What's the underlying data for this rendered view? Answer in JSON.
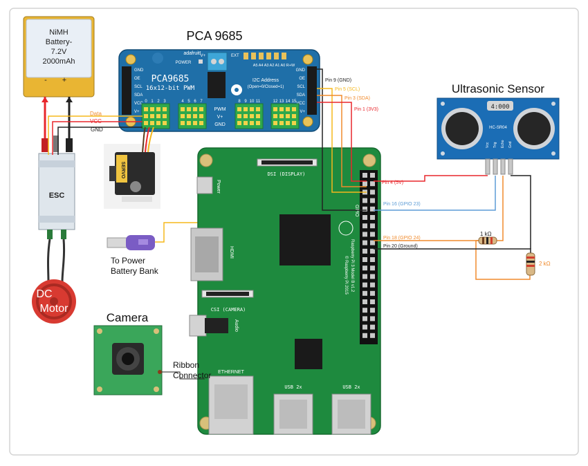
{
  "titles": {
    "pca": "PCA 9685",
    "ultrasonic": "Ultrasonic Sensor",
    "camera": "Camera"
  },
  "battery": {
    "lines": [
      "NiMH",
      "Battery-",
      "7.2V",
      "2000mAh"
    ],
    "minus": "-",
    "plus": "+"
  },
  "esc": {
    "label": "ESC"
  },
  "motor": {
    "line1": "DC",
    "line2": "Motor"
  },
  "servo": {
    "label": "SERVO"
  },
  "pca_board": {
    "brand": "adafruit!",
    "power": "POWER",
    "name": "PCA9685",
    "subtitle": "16x12-bit PWM",
    "i2c_line1": "I2C Address",
    "i2c_line2": "(Open=0/Closed=1)",
    "addr_header": "A5 A4 A3 A2 A1 A0 R+W",
    "v_plus": "V+",
    "ext": "EXT",
    "left_pins": [
      "GND",
      "OE",
      "SCL",
      "SDA",
      "VCC",
      "V+"
    ],
    "right_pins": [
      "GND",
      "OE",
      "SCL",
      "SDA",
      "VCC",
      "V+"
    ],
    "pwm_numbers": [
      "0",
      "1",
      "2",
      "3",
      "4",
      "5",
      "6",
      "7",
      "8",
      "9",
      "10",
      "11",
      "12",
      "13",
      "14",
      "15"
    ],
    "pwm_label": "PWM",
    "vplus_label": "V+",
    "gnd_label": "GND"
  },
  "servo_wires": {
    "data": "Data",
    "vcc": "VCC",
    "gnd": "GND"
  },
  "pca_pin_labels": {
    "gnd": "Pin 9 (GND)",
    "scl": "Pin 5 (SCL)",
    "sda": "Pin 3 (SDA)",
    "v33": "Pin 1 (3V3)"
  },
  "gpio_labels": {
    "v5": "Pin 4 (5V)",
    "gpio23": "Pin 16 (GPIO 23)",
    "gpio24": "Pin 18 (GPIO 24)",
    "ground": "Pin 20 (Ground)"
  },
  "resistors": {
    "r1": "1 kΩ",
    "r2": "2 kΩ"
  },
  "sensor": {
    "display": "4:000",
    "model": "HC-SR04",
    "pins": [
      "Vcc",
      "Trig",
      "Echo",
      "Gnd"
    ]
  },
  "pi": {
    "dsi": "DSI (DISPLAY)",
    "power": "Power",
    "hdmi": "HDMI",
    "csi": "CSI (CAMERA)",
    "audio": "Audio",
    "ethernet": "ETHERNET",
    "usb1": "USB 2x",
    "usb2": "USB 2x",
    "gpio": "GPIO",
    "model_line1": "Raspberry Pi 3 Model B v1.2",
    "model_line2": "© Raspberry Pi 2015"
  },
  "power_bank": {
    "line1": "To Power",
    "line2": "Battery Bank"
  },
  "ribbon": {
    "line1": "Ribbon",
    "line2": "Connector"
  },
  "colors": {
    "pi_green": "#1e8a3e",
    "pca_blue": "#1f6fa8",
    "sensor_blue": "#1b6db5",
    "wire_red": "#e8262b",
    "wire_yellow": "#f5b81c",
    "wire_orange": "#f08a2b",
    "wire_blue": "#5b9bd5",
    "wire_black": "#222222"
  }
}
